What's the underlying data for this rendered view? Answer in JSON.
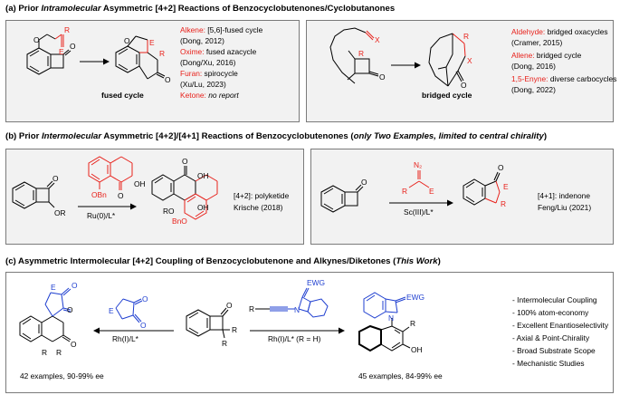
{
  "sections": {
    "a": {
      "prefix": "(a) Prior ",
      "emph": "Intramolecular",
      "rest": " Asymmetric [4+2] Reactions of Benzocyclobutenones/Cyclobutanones",
      "fused_label": "fused cycle",
      "bridged_label": "bridged cycle",
      "left_notes": [
        {
          "key": "Alkene:",
          "val": " [5,6]-fused cycle",
          "ref": "(Dong, 2012)"
        },
        {
          "key": "Oxime:",
          "val": " fused azacycle",
          "ref": "(Dong/Xu, 2016)"
        },
        {
          "key": "Furan:",
          "val": " spirocycle",
          "ref": "(Xu/Lu, 2023)"
        },
        {
          "key": "Ketone:",
          "val": " no report",
          "ref": ""
        }
      ],
      "right_notes": [
        {
          "key": "Aldehyde:",
          "val": " bridged oxacycles",
          "ref": "(Cramer, 2015)"
        },
        {
          "key": "Allene:",
          "val": " bridged cycle",
          "ref": "(Dong, 2016)"
        },
        {
          "key": "1,5-Enyne:",
          "val": " diverse carbocycles",
          "ref": "(Dong, 2022)"
        }
      ]
    },
    "b": {
      "prefix": "(b) Prior ",
      "emph": "Intermolecular",
      "rest": " Asymmetric [4+2]/[4+1] Reactions of Benzocyclobutenones (",
      "paren": "only Two Examples, limited to central chirality",
      "close": ")",
      "cat_left": "Ru(0)/L*",
      "note_left_1": "[4+2]: polyketide",
      "note_left_2": "Krische (2018)",
      "cat_right": "Sc(III)/L*",
      "note_right_1": "[4+1]: indenone",
      "note_right_2": "Feng/Liu (2021)"
    },
    "c": {
      "prefix": "(c) Asymmetric Intermolecular [4+2] Coupling of Benzocyclobutenone and Alkynes/Diketones (",
      "emph": "This Work",
      "close": ")",
      "cat_left": "Rh(I)/L*",
      "cat_right": "Rh(I)/L* (R = H)",
      "examples_left": "42 examples, 90-99% ee",
      "examples_right": "45 examples, 84-99% ee",
      "features": [
        "- Intermolecular Coupling",
        "- 100% atom-economy",
        "- Excellent Enantioselectivity",
        "- Axial & Point-Chirality",
        "- Broad Substrate Scope",
        "- Mechanistic Studies"
      ]
    }
  },
  "atoms": {
    "O": "O",
    "E": "E",
    "R": "R",
    "X": "X",
    "OR": "OR",
    "OH": "OH",
    "OBn": "OBn",
    "RO": "RO",
    "BnO": "BnO",
    "N": "N",
    "N2": "N₂",
    "EWG": "EWG"
  },
  "colors": {
    "accent_red": "#e8211b",
    "accent_blue": "#1f3fd0",
    "panel": "#f2f2f2"
  }
}
